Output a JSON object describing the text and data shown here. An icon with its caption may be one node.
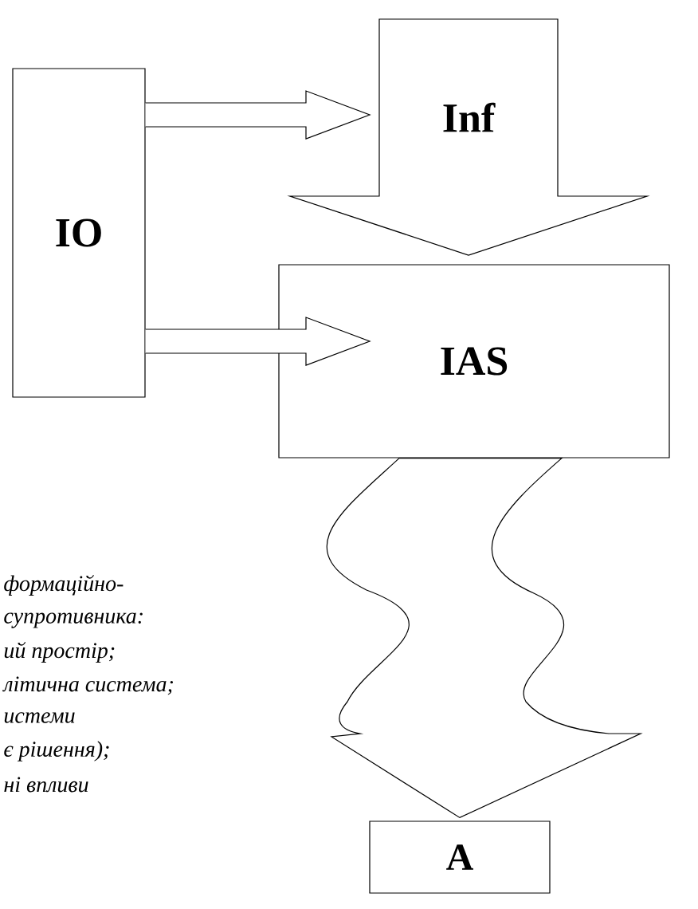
{
  "diagram": {
    "nodes": [
      {
        "text": [
          "IO"
        ]
      },
      {
        "text": [
          "Inf"
        ]
      },
      {
        "text": [
          "IAS"
        ]
      },
      {
        "text": [
          "A"
        ]
      }
    ],
    "edges": [
      {
        "from": 0,
        "to": 1,
        "arrow": "to"
      },
      {
        "from": 0,
        "to": 2,
        "arrow": "to"
      },
      {
        "from": 2,
        "to": 3,
        "arrow": "to"
      }
    ],
    "labels": [
      "формаційно-",
      "супротивника:",
      "ий простір;",
      "літична система;",
      "истеми",
      "є рішення);",
      "ні впливи"
    ]
  }
}
